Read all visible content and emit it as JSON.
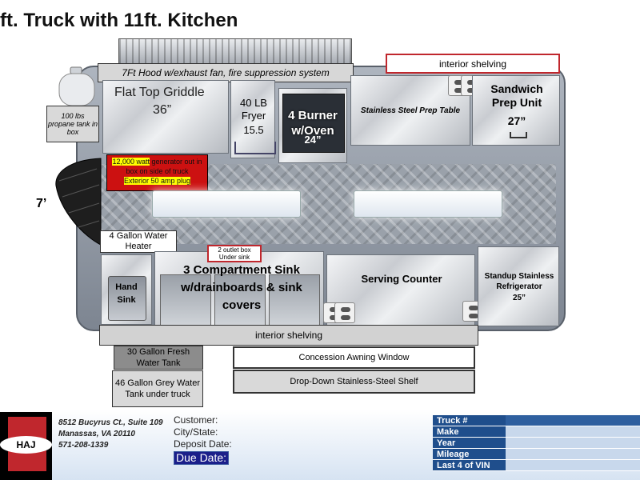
{
  "title": "ft. Truck with 11ft. Kitchen",
  "dimension_label": "7’",
  "hood": {
    "label": "7Ft Hood w/exhaust fan, fire suppression  system"
  },
  "interior_shelving_top": "interior shelving",
  "interior_shelving_bottom": "interior shelving",
  "propane": "100 lbs propane tank in box",
  "griddle": {
    "name": "Flat Top Griddle",
    "size": "36”"
  },
  "fryer": {
    "name": "40 LB Fryer",
    "size": "15.5"
  },
  "burner": {
    "name": "4 Burner w/Oven",
    "size": "24”"
  },
  "prep_table": "Stainless Steel Prep Table",
  "sandwich": {
    "name": "Sandwich Prep Unit",
    "size": "27”"
  },
  "generator": {
    "highlight1": "12,000 watt",
    "text1": " generator out in box on side of truck",
    "highlight2": "Exterior 50 amp plug"
  },
  "water_heater": "4 Gallon Water Heater",
  "outlet_box": "2 outlet box Under sink",
  "hand_sink": "Hand Sink",
  "comp_sink": "3 Compartment Sink w/drainboards & sink covers",
  "serving_counter": "Serving Counter",
  "fridge": {
    "name": "Standup Stainless Refrigerator",
    "size": "25”"
  },
  "fresh_tank": "30 Gallon Fresh Water Tank",
  "grey_tank": "46 Gallon Grey Water Tank under truck",
  "awning": "Concession Awning Window",
  "shelf": "Drop-Down Stainless-Steel Shelf",
  "footer": {
    "logo_text": "HAJ",
    "address": [
      "8512 Bucyrus  Ct., Suite 109",
      "Manassas, VA 20110",
      "571-208-1339"
    ],
    "customer_labels": [
      "Customer:",
      "City/State:",
      "Deposit Date:"
    ],
    "due_date": "Due Date:",
    "info_rows": [
      "Truck #",
      "Make",
      "Year",
      "Mileage",
      "Last 4 of VIN"
    ]
  }
}
